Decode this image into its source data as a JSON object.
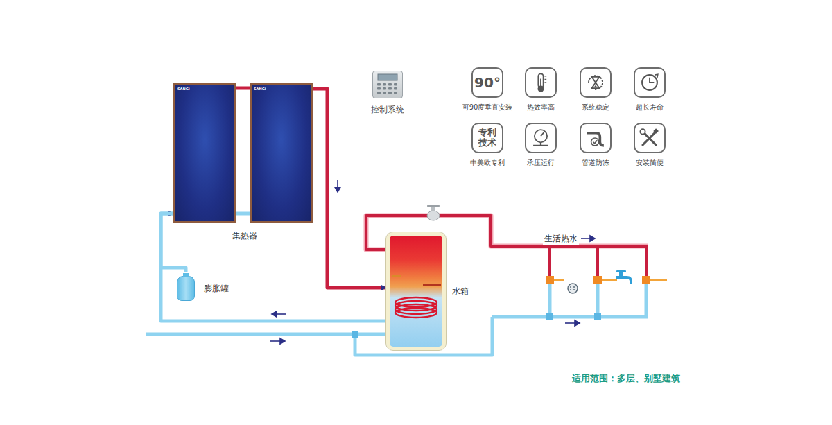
{
  "diagram": {
    "nodes": [
      {
        "text": [
          "SANGI"
        ]
      },
      {
        "text": [
          "SANGI"
        ]
      },
      {
        "text": [
          "水箱"
        ]
      },
      {
        "text": [
          "膨胀罐"
        ]
      },
      {
        "text": [
          "控制系统"
        ]
      },
      {
        "text": [
          "90°",
          "可90度垂直安装"
        ]
      },
      {
        "text": [
          "热效率高"
        ]
      },
      {
        "text": [
          "系统稳定"
        ]
      },
      {
        "text": [
          "超长寿命"
        ]
      },
      {
        "text": [
          "专利 技术",
          "中美欧专利"
        ]
      },
      {
        "text": [
          "承压运行"
        ]
      },
      {
        "text": [
          "管道防冻"
        ]
      },
      {
        "text": [
          "安装简便"
        ]
      }
    ],
    "edges": [
      {
        "from": 1,
        "to": 2,
        "arrow": "to"
      },
      {
        "from": 2,
        "to": 0,
        "arrow": "to"
      },
      {
        "from": 0,
        "to": 1,
        "arrow": "none"
      },
      {
        "from": 3,
        "to": 0,
        "arrow": "none"
      }
    ],
    "labels": [
      "集热器",
      "生活热水",
      "适用范围：多层、别墅建筑"
    ]
  }
}
